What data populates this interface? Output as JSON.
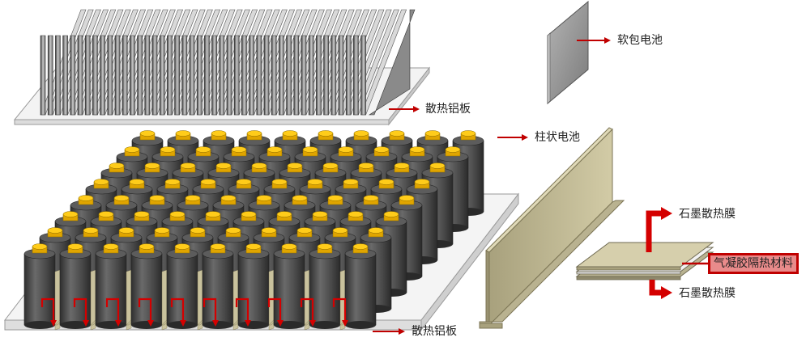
{
  "labels": {
    "heatsink_top": "散热铝板",
    "pouch_cell": "软包电池",
    "cylindrical_cell": "柱状电池",
    "heatsink_bottom": "散热铝板",
    "graphite_top": "石墨散热膜",
    "aerogel": "气凝胶隔热材料",
    "graphite_bottom": "石墨散热膜"
  },
  "colors": {
    "fin_dark": "#4a4a4a",
    "fin_light": "#b9b9b9",
    "plate": "#f4f4f4",
    "pouch": "#8e8e8e",
    "cell_body": "#505050",
    "cell_cap": "#f5b800",
    "spacer": "#c2bb94",
    "arrow_red": "#d40000",
    "callout_fill": "#e98b8b",
    "callout_border": "#c00000"
  }
}
